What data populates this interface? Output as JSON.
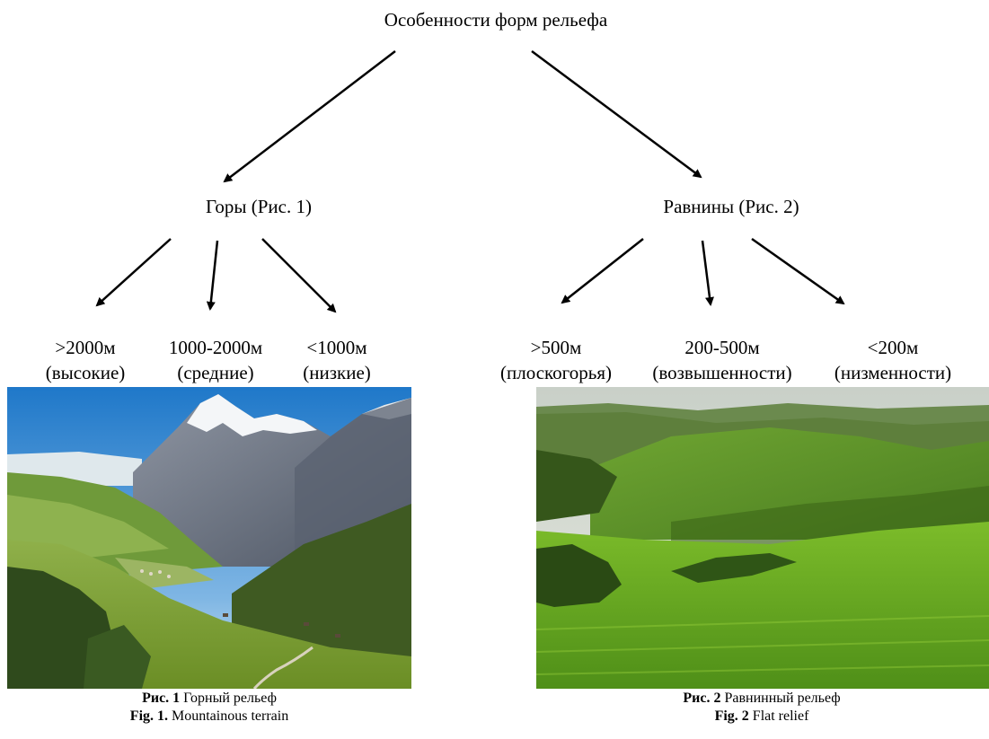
{
  "root": {
    "label": "Особенности форм рельефа"
  },
  "branches": [
    {
      "label": "Горы (Рис. 1)",
      "children": [
        {
          "value": ">2000м",
          "desc": "(высокие)"
        },
        {
          "value": "1000-2000м",
          "desc": "(средние)"
        },
        {
          "value": "<1000м",
          "desc": "(низкие)"
        }
      ],
      "caption": {
        "bold": "Рис. 1",
        "text": " Горный рельеф",
        "bold_en": "Fig. 1.",
        "text_en": " Mountainous terrain"
      }
    },
    {
      "label": "Равнины (Рис. 2)",
      "children": [
        {
          "value": ">500м",
          "desc": "(плоскогорья)"
        },
        {
          "value": "200-500м",
          "desc": "(возвышенности)"
        },
        {
          "value": "<200м",
          "desc": "(низменности)"
        }
      ],
      "caption": {
        "bold": "Рис. 2",
        "text": " Равнинный рельеф",
        "bold_en": "Fig. 2",
        "text_en": " Flat relief"
      }
    }
  ],
  "photos": [
    {
      "subject": "mountain-landscape"
    },
    {
      "subject": "green-plain-landscape"
    }
  ]
}
